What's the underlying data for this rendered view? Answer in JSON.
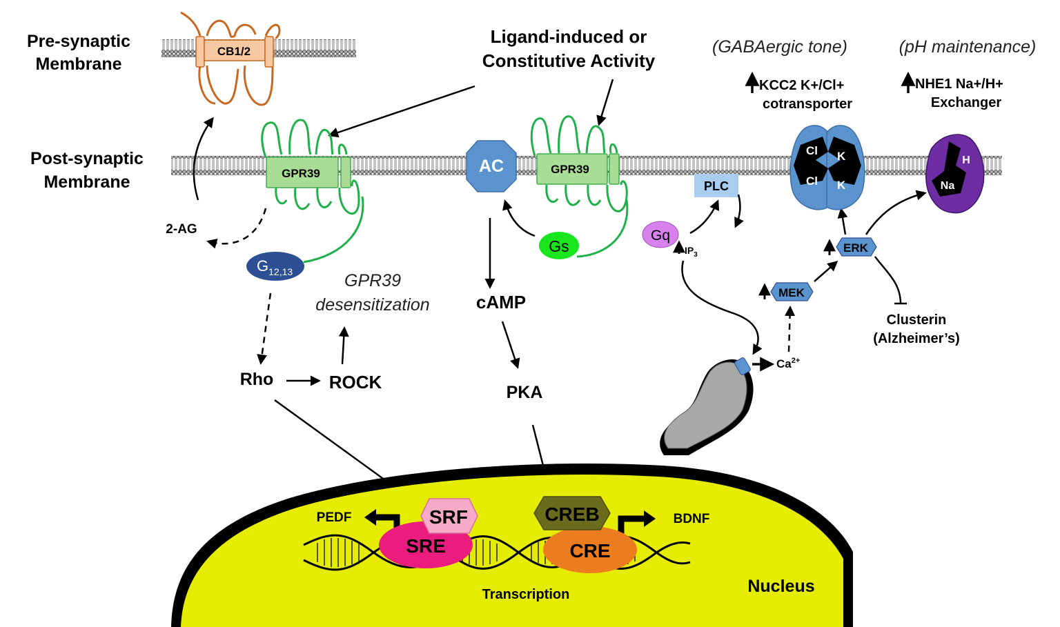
{
  "labels": {
    "pre_membrane_1": "Pre-synaptic",
    "pre_membrane_2": "Membrane",
    "post_membrane_1": "Post-synaptic",
    "post_membrane_2": "Membrane",
    "cb": "CB1/2",
    "ligand_1": "Ligand-induced or",
    "ligand_2": "Constitutive Activity",
    "gpr39_left": "GPR39",
    "gpr39_mid": "GPR39",
    "ac": "AC",
    "gs": "Gs",
    "g1213_main": "G",
    "g1213_sub": "12,13",
    "two_ag": "2-AG",
    "desens_1": "GPR39",
    "desens_2": "desensitization",
    "rho": "Rho",
    "rock": "ROCK",
    "camp": "cAMP",
    "pka": "PKA",
    "plc": "PLC",
    "gq": "Gq",
    "ip3_main": "IP",
    "ip3_sub": "3",
    "gaba": "(GABAergic tone)",
    "ph": "(pH maintenance)",
    "kcc2_1": "KCC2 K+/Cl+",
    "kcc2_2": "cotransporter",
    "nhe1_1": "NHE1 Na+/H+",
    "nhe1_2": "Exchanger",
    "cl_a": "Cl",
    "cl_b": "Cl",
    "k_a": "K",
    "k_b": "K",
    "na": "Na",
    "h": "H",
    "erk": "ERK",
    "mek": "MEK",
    "ca_main": "Ca",
    "ca_sup": "2+",
    "clusterin_1": "Clusterin",
    "clusterin_2": "(Alzheimer’s)",
    "srf": "SRF",
    "sre": "SRE",
    "creb": "CREB",
    "cre": "CRE",
    "pedf": "PEDF",
    "bdnf": "BDNF",
    "transcription": "Transcription",
    "nucleus": "Nucleus"
  },
  "colors": {
    "membrane_head": "#a9a9a9",
    "gpr39_fill": "#a9dc94",
    "gpr39_stroke": "#3cb04c",
    "gpr39_loop": "#1fb04a",
    "cb_fill": "#f7c9a2",
    "cb_loop": "#c8671e",
    "ac_fill": "#5b93cf",
    "gs_fill": "#19e61c",
    "g1213_fill": "#2d4f93",
    "plc_fill": "#a8cdee",
    "gq_fill": "#d782ec",
    "kcc2_fill": "#5b93cf",
    "nhe1_fill": "#6f2da4",
    "kinase_fill": "#5b93cf",
    "nucleus_fill": "#e6ec00",
    "srf_fill": "#f6aac8",
    "sre_fill": "#ea1c7d",
    "creb_fill": "#6b6b1d",
    "cre_fill": "#ec7d1f",
    "er_fill": "#a8a8a8"
  }
}
